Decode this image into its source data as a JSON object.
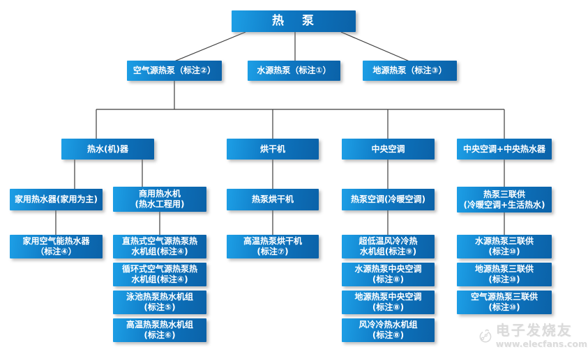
{
  "diagram": {
    "root": {
      "label": "热 泵"
    },
    "level2": {
      "air_source": {
        "label": "空气源热泵（标注②）"
      },
      "water_source": {
        "label": "水源热泵（标注①）"
      },
      "ground_source": {
        "label": "地源热泵（标注③）"
      }
    },
    "level3": {
      "water_heater": {
        "label": "热水(机)器"
      },
      "dryer": {
        "label": "烘干机"
      },
      "central_ac": {
        "label": "中央空调"
      },
      "ac_plus_water_heater": {
        "label": "中央空调+中央热水器"
      }
    },
    "level4": {
      "home_heater": {
        "label": "家用热水器(家用为主)"
      },
      "commercial_heater": {
        "label": "商用热水机\n(热水工程用)"
      },
      "hp_dryer": {
        "label": "热泵烘干机"
      },
      "hp_ac": {
        "label": "热泵空调(冷暖空调)"
      },
      "hp_triple_supply": {
        "label": "热泵三联供\n(冷暖空调+生活热水)"
      }
    },
    "level5": {
      "home_air_water_heater": {
        "label": "家用空气能热水器\n（标注④）"
      },
      "direct_heating_unit": {
        "label": "直热式空气源热泵热\n水机组(标注④)"
      },
      "circulating_unit": {
        "label": "循环式空气源热泵热\n水机组(标注④)"
      },
      "pool_unit": {
        "label": "泳池热泵热水机组\n(标注⑤)"
      },
      "high_temp_water_unit": {
        "label": "高温热泵热水机组\n(标注⑥)"
      },
      "high_temp_dryer": {
        "label": "高温热泵烘干机\n(标注⑦)"
      },
      "ultra_low_temp_unit": {
        "label": "超低温风冷冷热\n水机组(标注⑨)"
      },
      "water_source_ac": {
        "label": "水源热泵中央空调\n(标注⑧)"
      },
      "ground_source_ac": {
        "label": "地源热泵中央空调\n(标注⑧)"
      },
      "air_cooled_unit": {
        "label": "风冷冷热水机组\n(标注⑧)"
      },
      "water_source_triple": {
        "label": "水源热泵三联供\n(标注⑩)"
      },
      "ground_source_triple": {
        "label": "地源热泵三联供\n(标注⑩)"
      },
      "air_source_triple": {
        "label": "空气源热泵三联供\n(标注⑩)"
      }
    },
    "watermark": {
      "brand": "电子发烧友",
      "url": "www.elecfans.com"
    },
    "colors": {
      "box_gradient_start": "#1d9fe6",
      "box_gradient_end": "#0b62a8",
      "connector": "#3c3c3c",
      "watermark_gray": "#d9d9d9"
    }
  }
}
